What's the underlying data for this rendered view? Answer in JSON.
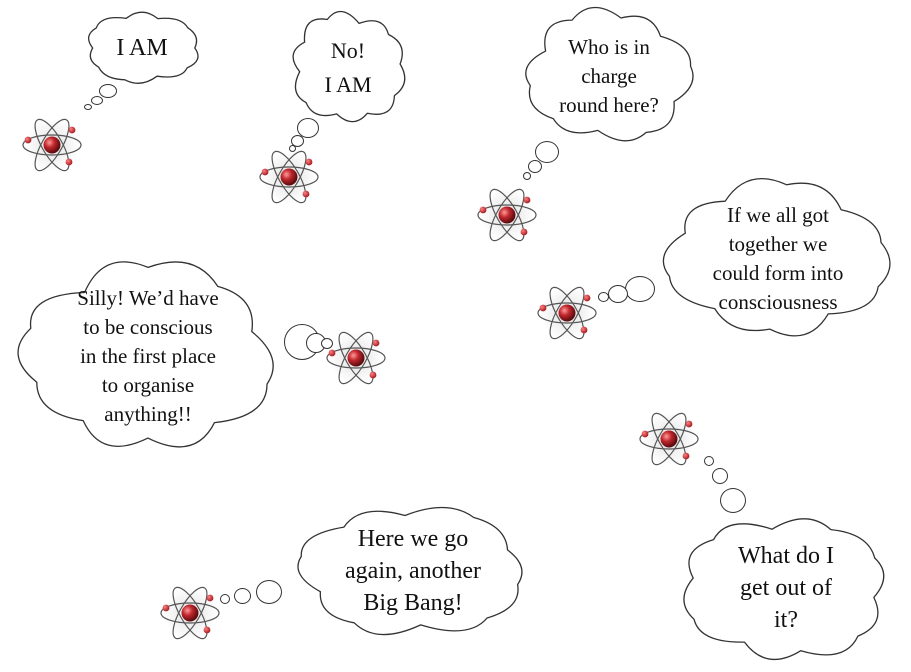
{
  "colors": {
    "nucleus": "#c0272d",
    "electron": "#a61e24",
    "orbit": "#555555",
    "outline": "#333333"
  },
  "icons": [
    "atom-icon",
    "thought-cloud"
  ],
  "thoughts": [
    {
      "lines": [
        "I AM"
      ]
    },
    {
      "lines": [
        "No!",
        "I AM"
      ]
    },
    {
      "lines": [
        "Who is in",
        "charge",
        "round here?"
      ]
    },
    {
      "lines": [
        "If we all got",
        "together we",
        "could form into",
        "consciousness"
      ]
    },
    {
      "lines": [
        "Silly! We’d have",
        "to be conscious",
        "in the first place",
        "to organise",
        "anything!!"
      ]
    },
    {
      "lines": [
        "Here we go",
        "again, another",
        "Big Bang!"
      ]
    },
    {
      "lines": [
        "What do I",
        "get out of",
        "it?"
      ]
    }
  ]
}
